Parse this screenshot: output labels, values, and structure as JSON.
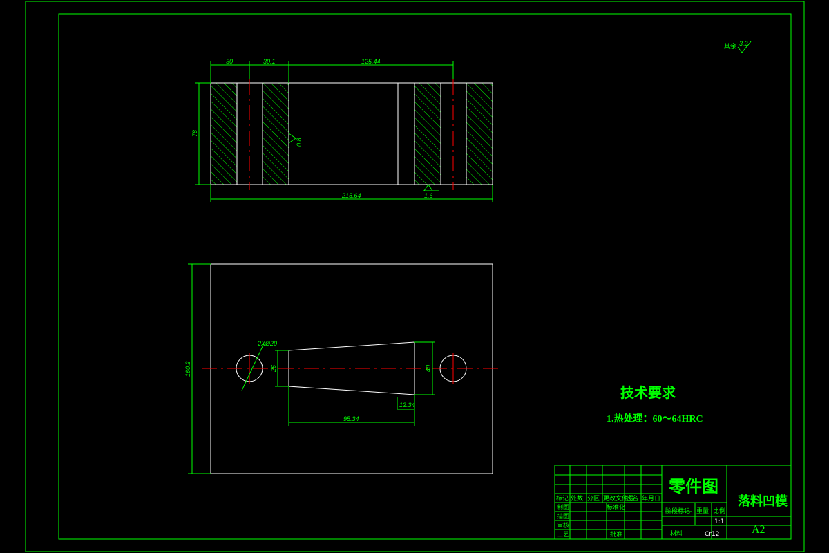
{
  "roughness_note": {
    "label": "其余",
    "value": "3.2"
  },
  "top_view": {
    "dims": {
      "d1": "30",
      "d2": "30.1",
      "d3": "125.44",
      "height": "78",
      "width": "215.64",
      "roughness_inner": "0.8",
      "roughness_bottom": "1.6"
    }
  },
  "front_view": {
    "dims": {
      "hole": "2XØ20",
      "height": "160.2",
      "left_opening": "26",
      "right_opening": "40",
      "offset": "12.34",
      "length": "95.34"
    }
  },
  "tech_requirements": {
    "title": "技术要求",
    "item1": "1.热处理：60～64HRC"
  },
  "title_block": {
    "drawing_type": "零件图",
    "part_name": "落料凹模",
    "sheet_size": "A2",
    "material_value": "Cr12",
    "scale_value": "1:1",
    "header_row": [
      "标记",
      "处数",
      "分区",
      "更改文件号",
      "签名",
      "年月日"
    ],
    "labels": {
      "designer": "制图",
      "checker": "描图",
      "reviewer": "审核",
      "process": "工艺",
      "standard": "标准化",
      "approve": "批准",
      "stage": "阶段标记",
      "weight": "重量",
      "scale": "比例",
      "material": "材料"
    }
  }
}
